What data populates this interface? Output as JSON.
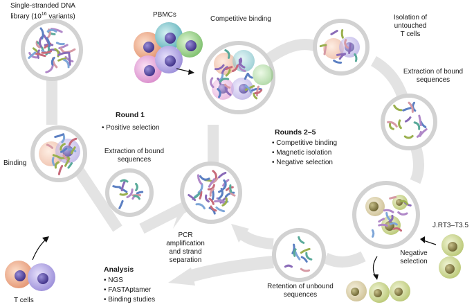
{
  "labels": {
    "library_line1": "Single-stranded DNA",
    "library_line2_prefix": "library (10",
    "library_exponent": "16",
    "library_line2_suffix": " variants)",
    "pbmcs": "PBMCs",
    "competitive_binding": "Competitive binding",
    "isolation_line1": "Isolation of",
    "isolation_line2": "untouched",
    "isolation_line3": "T cells",
    "extraction_right_line1": "Extraction of bound",
    "extraction_right_line2": "sequences",
    "binding": "Binding",
    "extraction_left_line1": "Extraction of bound",
    "extraction_left_line2": "sequences",
    "t_cells": "T cells",
    "pcr_line1": "PCR",
    "pcr_line2": "amplification",
    "pcr_line3": "and strand",
    "pcr_line4": "separation",
    "jrt": "J.RT3–T3.5",
    "negative_line1": "Negative",
    "negative_line2": "selection",
    "retention_line1": "Retention of unbound",
    "retention_line2": "sequences"
  },
  "round1": {
    "title": "Round 1",
    "items": [
      "Positive selection"
    ]
  },
  "rounds25": {
    "title": "Rounds 2–5",
    "items": [
      "Competitive binding",
      "Magnetic isolation",
      "Negative selection"
    ]
  },
  "analysis": {
    "title": "Analysis",
    "items": [
      "NGS",
      "FASTAptamer",
      "Binding studies"
    ]
  },
  "colors": {
    "track": "#e3e3e3",
    "ring": "#d2d2d2",
    "strand_palette": [
      "#5b7fc2",
      "#8a6bb8",
      "#5aaa9a",
      "#c76a7a",
      "#9ab04e",
      "#7ea6d8",
      "#b088c8",
      "#d69aa5"
    ],
    "cell_orange": "#e9a27f",
    "cell_purple": "#a89ce0",
    "cell_teal": "#6fbfc6",
    "cell_green": "#8fcf7e",
    "cell_pink": "#e59ed8",
    "cell_olive": "#c9d68a",
    "cell_tan": "#dcd2b0"
  }
}
